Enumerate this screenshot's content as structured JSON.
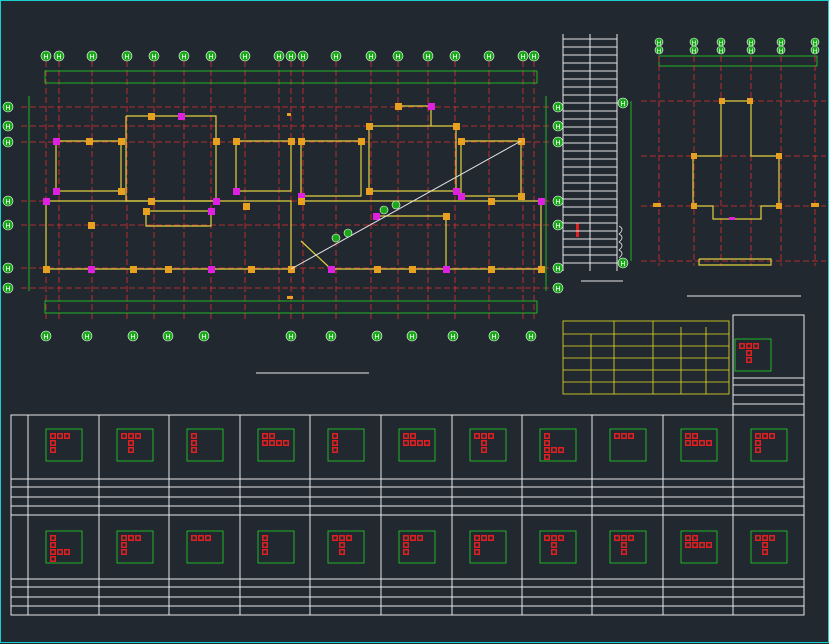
{
  "drawing": {
    "title": "Structural column layout plan (CAD)",
    "plan_axis_top": [
      "H",
      "H",
      "H",
      "H",
      "H",
      "H",
      "H",
      "H",
      "H",
      "H",
      "H",
      "H",
      "H",
      "H",
      "H",
      "H",
      "H",
      "H"
    ],
    "plan_axis_bottom": [
      "H",
      "H",
      "H",
      "H",
      "H",
      "H",
      "H",
      "H",
      "H",
      "H",
      "H",
      "H"
    ],
    "plan_axis_left": [
      "H",
      "H",
      "H",
      "H",
      "H",
      "H",
      "H"
    ],
    "colors": {
      "background": "#212830",
      "grid": "#e03030",
      "dimension": "#22d822",
      "wall": "#e0d040",
      "column": "#e8a020",
      "accent": "#e020e0",
      "section": "#e02020",
      "border": "#19d0d0"
    }
  }
}
